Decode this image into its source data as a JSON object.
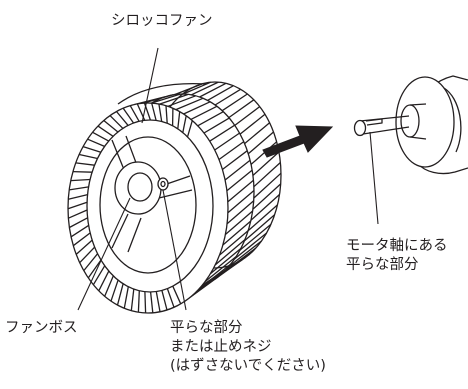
{
  "labels": {
    "sirocco_fan": "シロッコファン",
    "motor_shaft": [
      "モータ軸にある",
      "平らな部分"
    ],
    "fan_boss": "ファンボス",
    "flat_part": [
      "平らな部分",
      "または止めネジ",
      "(はずさないでください)"
    ]
  },
  "colors": {
    "line": "#231f20",
    "arrow": "#231f20",
    "background": "#ffffff"
  }
}
